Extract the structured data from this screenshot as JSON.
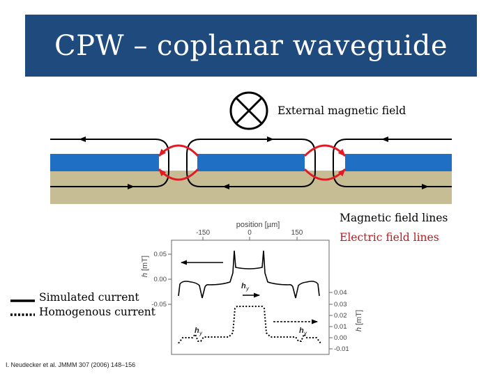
{
  "title": "CPW – coplanar waveguide",
  "labels": {
    "external_field": "External magnetic field",
    "magnetic_lines": "Magnetic field lines",
    "electric_lines": "Electric field lines",
    "simulated_current": "Simulated current",
    "homogenous_current": "Homogenous current",
    "citation": "I. Neudecker et al.  JMMM 307 (2006) 148–156"
  },
  "plot": {
    "x_axis_label": "position [µm]",
    "x_ticks": [
      "-150",
      "0",
      "150"
    ],
    "y_left_label": "h",
    "y_left_unit": "[mT]",
    "y_left_ticks": [
      "0.05",
      "0.00",
      "-0.05"
    ],
    "y_right_unit": "[mT]",
    "y_right_ticks": [
      "0.04",
      "0.03",
      "0.02",
      "0.01",
      "0.00",
      "-0.01"
    ],
    "annot_h": "h",
    "annot_y": "y"
  },
  "colors": {
    "title_bg": "#1f4a7d",
    "conductor": "#1f6fc4",
    "substrate": "#c7bd94",
    "electric": "#e01b24"
  }
}
